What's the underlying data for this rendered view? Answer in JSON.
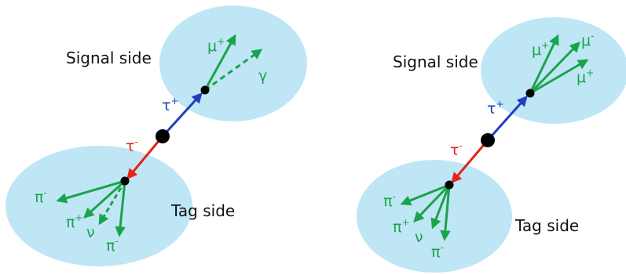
{
  "colors": {
    "region": "#bfe6f5",
    "vertex": "#000000",
    "tau_plus": "#1f3fbf",
    "tau_minus": "#e3241b",
    "daughter": "#1aa34a",
    "label": "#111111"
  },
  "left": {
    "signal_label": "Signal side",
    "tag_label": "Tag side",
    "tau_plus": {
      "base": "τ",
      "charge": "+"
    },
    "tau_minus": {
      "base": "τ",
      "charge": "-"
    },
    "signal_particles": [
      {
        "base": "μ",
        "charge": "+"
      },
      {
        "base": "γ",
        "charge": ""
      }
    ],
    "tag_particles": [
      {
        "base": "π",
        "charge": "-"
      },
      {
        "base": "π",
        "charge": "+"
      },
      {
        "base": "ν",
        "charge": ""
      },
      {
        "base": "π",
        "charge": "-"
      }
    ]
  },
  "right": {
    "signal_label": "Signal side",
    "tag_label": "Tag side",
    "tau_plus": {
      "base": "τ",
      "charge": "+"
    },
    "tau_minus": {
      "base": "τ",
      "charge": "-"
    },
    "signal_particles": [
      {
        "base": "μ",
        "charge": "+"
      },
      {
        "base": "μ",
        "charge": "-"
      },
      {
        "base": "μ",
        "charge": "+"
      }
    ],
    "tag_particles": [
      {
        "base": "π",
        "charge": "-"
      },
      {
        "base": "π",
        "charge": "+"
      },
      {
        "base": "ν",
        "charge": ""
      },
      {
        "base": "π",
        "charge": "-"
      }
    ]
  }
}
